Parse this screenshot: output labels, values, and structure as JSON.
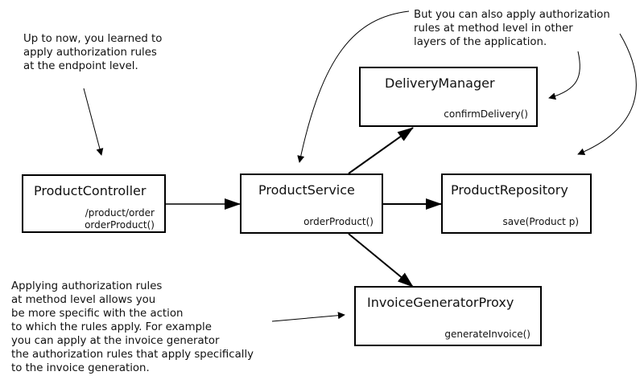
{
  "notes": {
    "top_left": [
      "Up to now, you learned to",
      "apply authorization rules",
      "at the endpoint level."
    ],
    "top_right": [
      "But you can also apply authorization",
      "rules at method level in other",
      "layers of the application."
    ],
    "bottom_left": [
      "Applying authorization rules",
      "at method level allows you",
      "be more specific with the action",
      "to which the rules apply. For example",
      "you can apply at the invoice generator",
      "the authorization rules that apply specifically",
      "to the invoice generation."
    ]
  },
  "boxes": {
    "product_controller": {
      "title": "ProductController",
      "lines": [
        "/product/order",
        "orderProduct()"
      ]
    },
    "product_service": {
      "title": "ProductService",
      "lines": [
        "orderProduct()"
      ]
    },
    "delivery_manager": {
      "title": "DeliveryManager",
      "lines": [
        "confirmDelivery()"
      ]
    },
    "product_repository": {
      "title": "ProductRepository",
      "lines": [
        "save(Product p)"
      ]
    },
    "invoice_generator_proxy": {
      "title": "InvoiceGeneratorProxy",
      "lines": [
        "generateInvoice()"
      ]
    }
  }
}
